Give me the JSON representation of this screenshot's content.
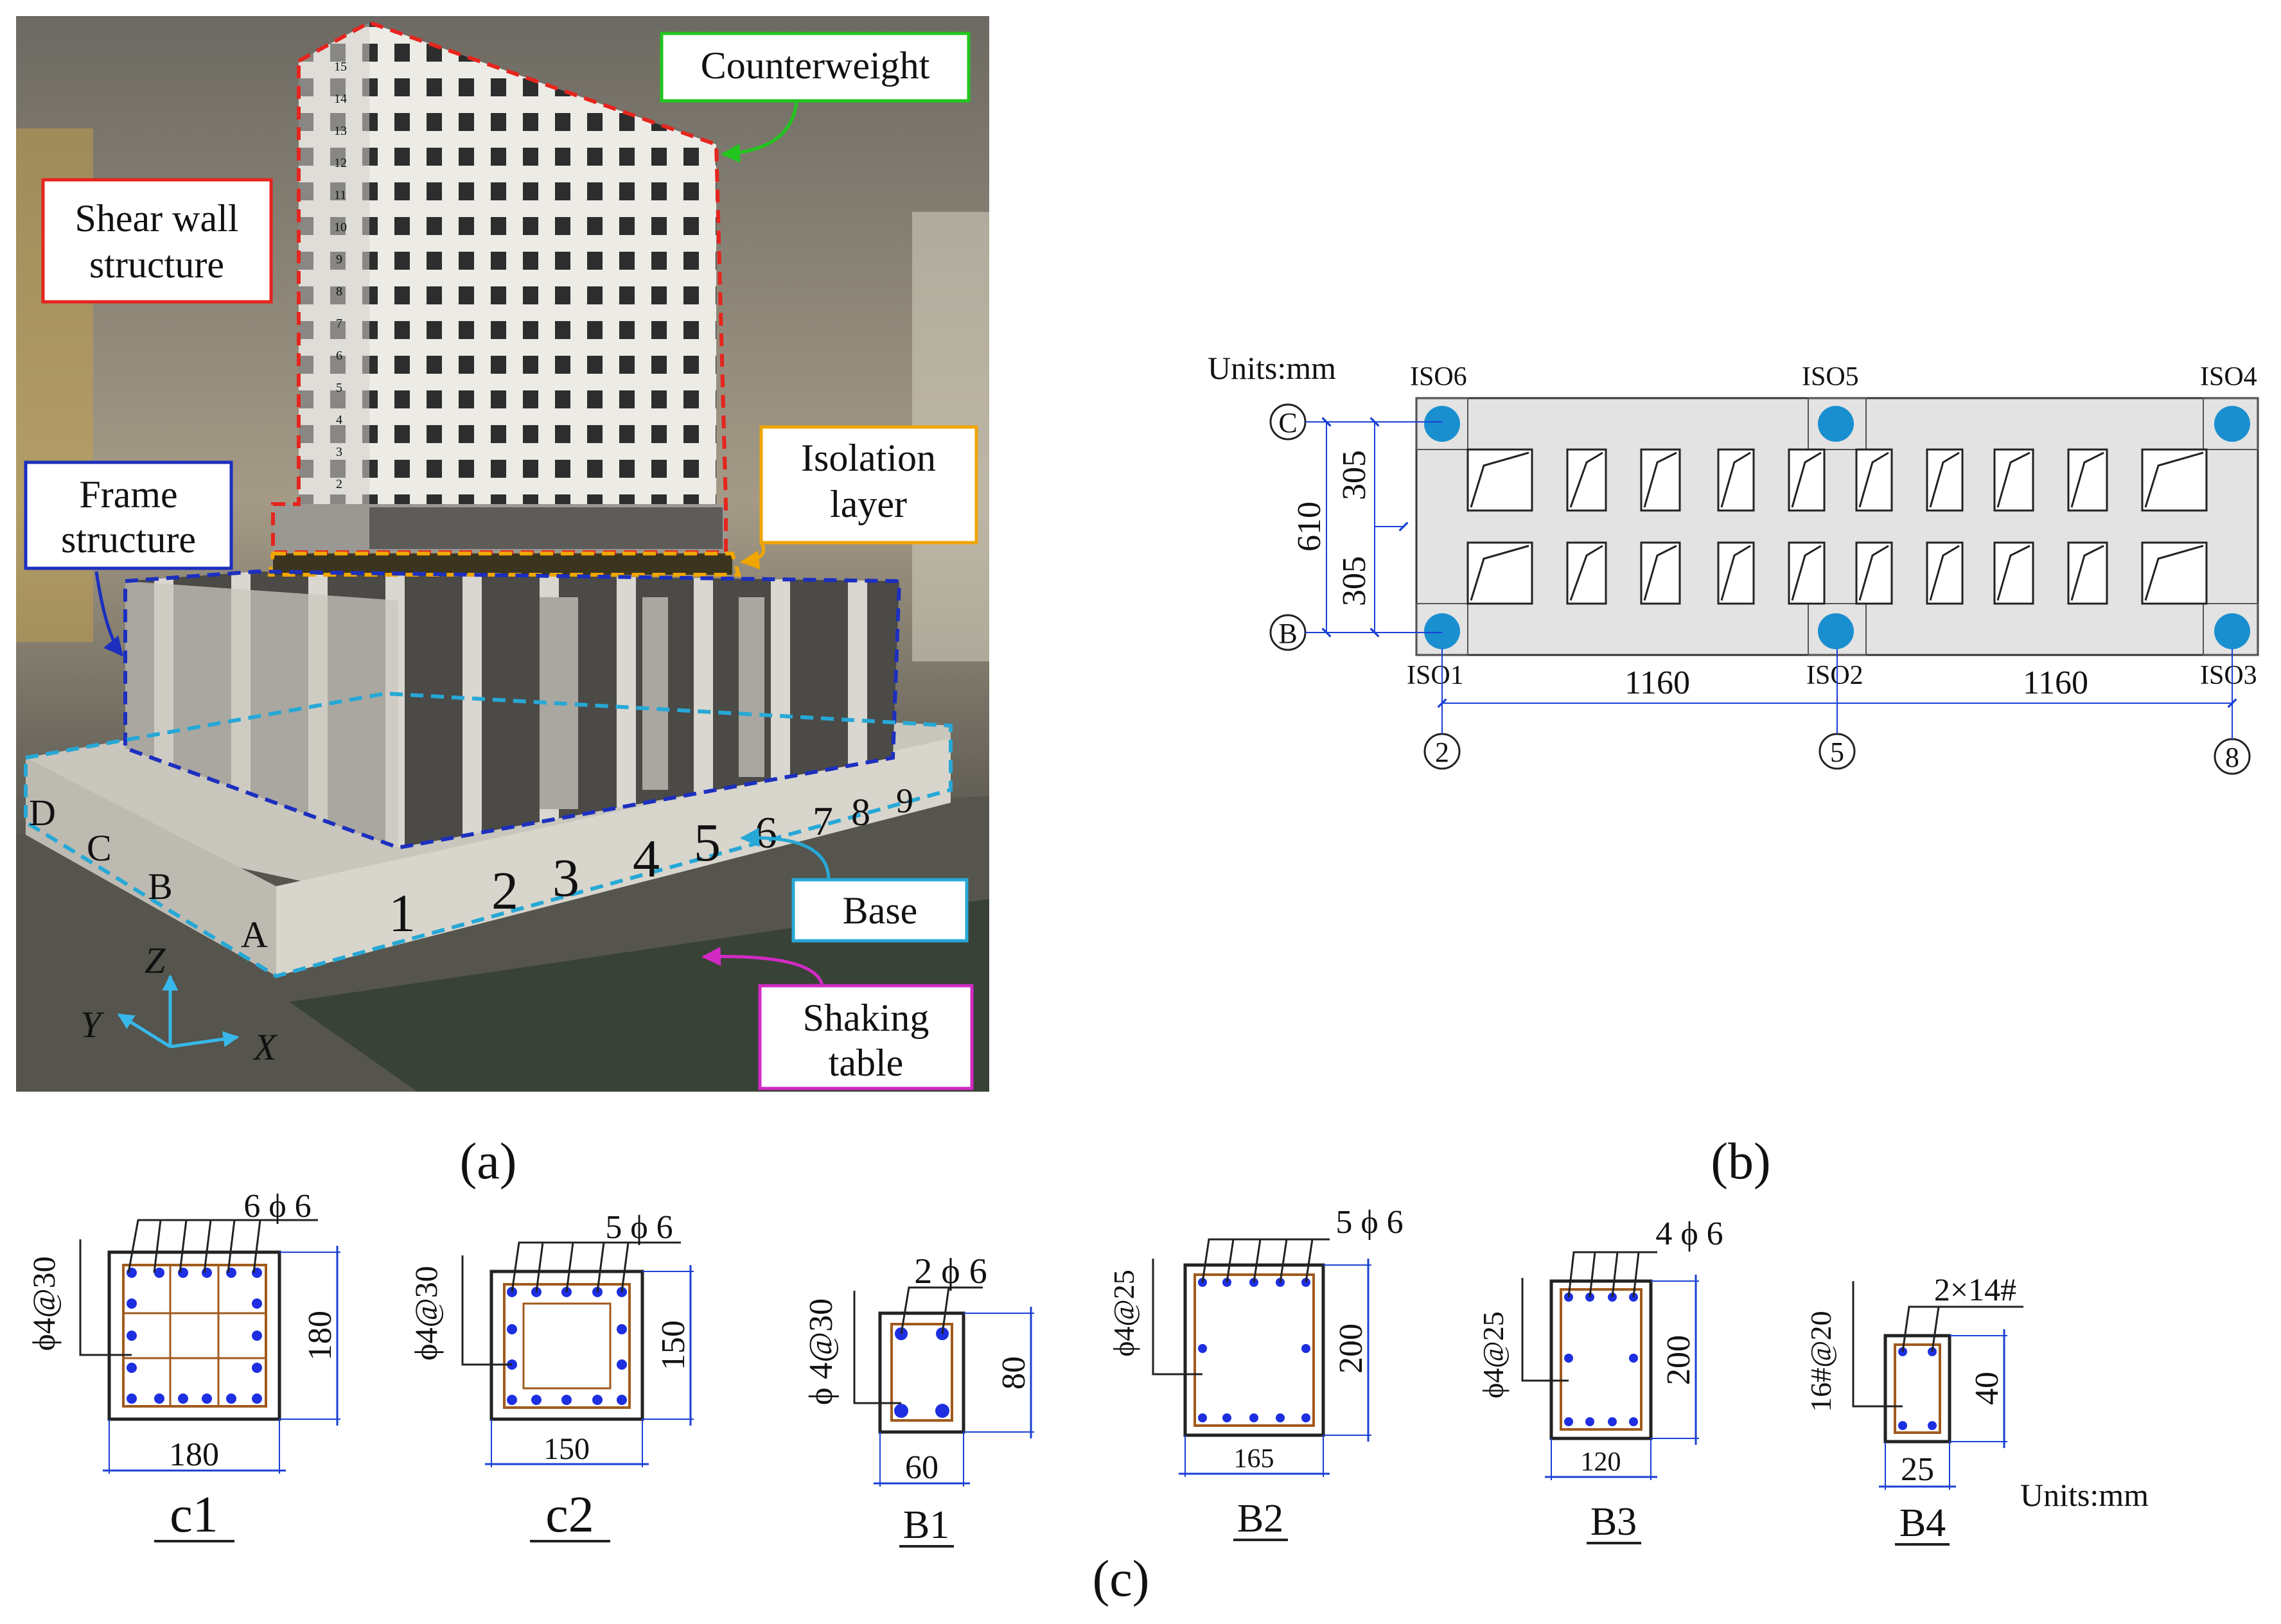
{
  "panel_a": {
    "labels": {
      "counterweight": "Counterweight",
      "shear_wall_1": "Shear wall",
      "shear_wall_2": "structure",
      "isolation_1": "Isolation",
      "isolation_2": "layer",
      "frame_1": "Frame",
      "frame_2": "structure",
      "base": "Base",
      "shaking_1": "Shaking",
      "shaking_2": "table"
    },
    "axes": {
      "z": "Z",
      "y": "Y",
      "x": "X"
    },
    "axis_numbers": [
      "1",
      "2",
      "3",
      "4",
      "5",
      "6",
      "7",
      "8",
      "9"
    ],
    "axis_letters": [
      "A",
      "B",
      "C",
      "D"
    ],
    "colors": {
      "counterweight": "#22c51e",
      "shear_wall": "#e5251e",
      "isolation": "#f0a500",
      "frame": "#1c2fbf",
      "base": "#26a8d6",
      "shaking_table": "#d12bc4"
    },
    "caption": "(a)"
  },
  "panel_b": {
    "units": "Units:mm",
    "isolators_top": [
      "ISO6",
      "ISO5",
      "ISO4"
    ],
    "isolators_bottom": [
      "ISO1",
      "ISO2",
      "ISO3"
    ],
    "grid_rows": [
      "C",
      "B"
    ],
    "grid_cols": [
      "2",
      "5",
      "8"
    ],
    "dim_total": "610",
    "dim_half_top": "305",
    "dim_half_bottom": "305",
    "dim_span_1": "1160",
    "dim_span_2": "1160",
    "isolator_color": "#1a8fd0",
    "caption": "(b)"
  },
  "panel_c": {
    "sections": [
      {
        "name": "c1",
        "stirrup": "ϕ4@30",
        "bars": "6 ϕ 6",
        "height": "180",
        "width": "180"
      },
      {
        "name": "c2",
        "stirrup": "ϕ4@30",
        "bars": "5 ϕ 6",
        "height": "150",
        "width": "150"
      },
      {
        "name": "B1",
        "stirrup": "ϕ 4@30",
        "bars": "2 ϕ 6",
        "height": "80",
        "width": "60"
      },
      {
        "name": "B2",
        "stirrup": "ϕ4@25",
        "bars": "5 ϕ 6",
        "height": "200",
        "width": "165"
      },
      {
        "name": "B3",
        "stirrup": "ϕ4@25",
        "bars": "4 ϕ 6",
        "height": "200",
        "width": "120"
      },
      {
        "name": "B4",
        "stirrup": "16#@20",
        "bars": "2×14#",
        "height": "40",
        "width": "25"
      }
    ],
    "units": "Units:mm",
    "caption": "(c)"
  }
}
